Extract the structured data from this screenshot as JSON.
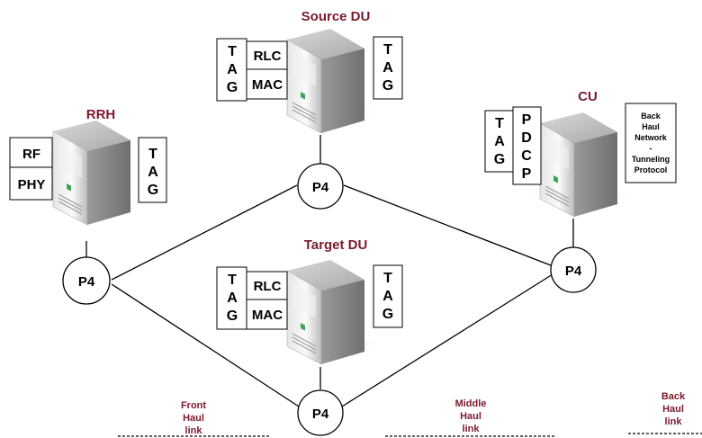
{
  "nodes": {
    "rrh": {
      "title": "RRH",
      "left_boxes": [
        "RF",
        "PHY"
      ],
      "tag_letters": [
        "T",
        "A",
        "G"
      ]
    },
    "source_du": {
      "title": "Source DU",
      "left_tag_letters": [
        "T",
        "A",
        "G"
      ],
      "mid_boxes": [
        "RLC",
        "MAC"
      ],
      "right_tag_letters": [
        "T",
        "A",
        "G"
      ]
    },
    "target_du": {
      "title": "Target DU",
      "left_tag_letters": [
        "T",
        "A",
        "G"
      ],
      "mid_boxes": [
        "RLC",
        "MAC"
      ],
      "right_tag_letters": [
        "T",
        "A",
        "G"
      ]
    },
    "cu": {
      "title": "CU",
      "tag_letters": [
        "T",
        "A",
        "G"
      ],
      "pdcp_letters": [
        "P",
        "D",
        "C",
        "P"
      ],
      "backhaul_box_lines": [
        "Back",
        "Haul",
        "Network",
        "-",
        "Tunneling",
        "Protocol"
      ]
    }
  },
  "switches": {
    "label": "P4"
  },
  "legend": {
    "front_haul": [
      "Front",
      "Haul",
      "link"
    ],
    "middle_haul": [
      "Middle",
      "Haul",
      "link"
    ],
    "back_haul": [
      "Back",
      "Haul",
      "link"
    ]
  },
  "colors": {
    "title": "#7b1a2e",
    "server_light": "#f4f4f4",
    "server_dark": "#8a8a8a",
    "led": "#3aa655"
  }
}
